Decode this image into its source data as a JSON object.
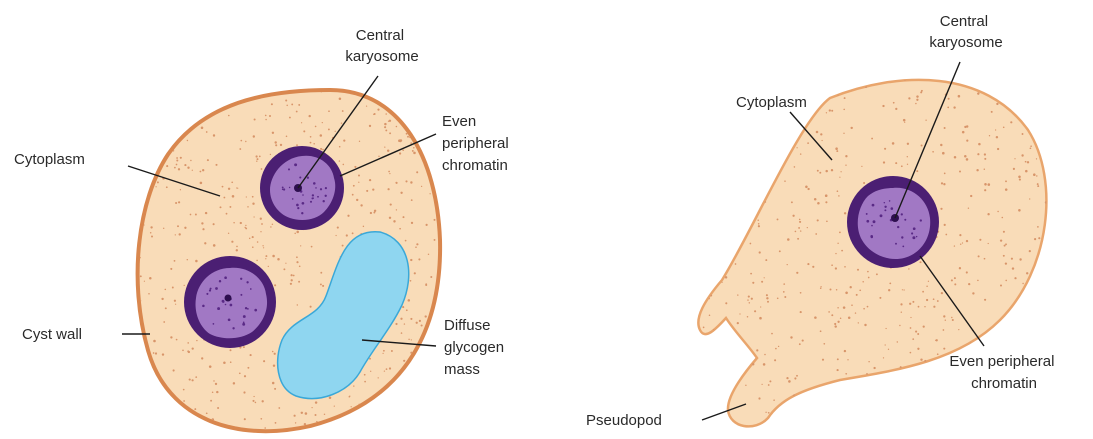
{
  "colors": {
    "cytoplasm_fill": "#f9dcb8",
    "cyst_wall": "#d9874e",
    "nucleus_ring": "#4b1f73",
    "nucleus_fill": "#a178c4",
    "glycogen_fill": "#8fd6f0",
    "glycogen_edge": "#3aa8d8",
    "leader_line": "#1a1a1a",
    "label_text": "#2a2a2a"
  },
  "cyst": {
    "labels": {
      "central_karyosome": [
        "Central",
        "karyosome"
      ],
      "even_peripheral_chromatin": [
        "Even",
        "peripheral",
        "chromatin"
      ],
      "cytoplasm": [
        "Cytoplasm"
      ],
      "cyst_wall": [
        "Cyst wall"
      ],
      "glycogen_mass": [
        "Diffuse",
        "glycogen",
        "mass"
      ]
    }
  },
  "trophozoite": {
    "labels": {
      "central_karyosome": [
        "Central",
        "karyosome"
      ],
      "cytoplasm": [
        "Cytoplasm"
      ],
      "even_peripheral_chromatin": [
        "Even peripheral",
        "chromatin"
      ],
      "pseudopod": [
        "Pseudopod"
      ]
    }
  }
}
